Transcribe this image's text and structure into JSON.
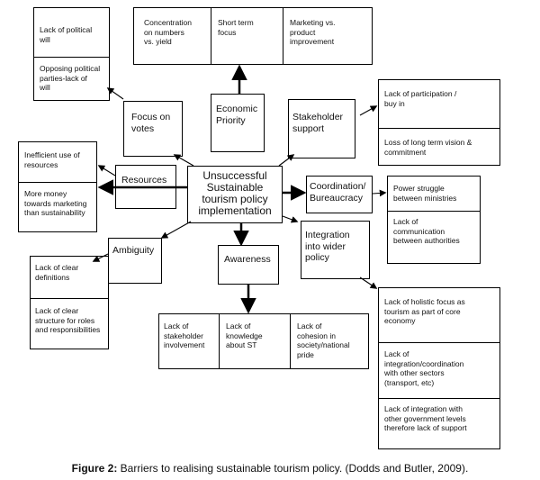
{
  "core": "Unsuccessful\nSustainable\ntourism policy\nimplementation",
  "nodes": {
    "economic_priority": "Economic\nPriority",
    "stakeholder_support": "Stakeholder\nsupport",
    "focus_on_votes": "Focus on\nvotes",
    "resources": "Resources",
    "coordination_bureaucracy": "Coordination/\nBureaucracy",
    "integration_wider_policy": "Integration\ninto wider\npolicy",
    "ambiguity": "Ambiguity",
    "awareness": "Awareness"
  },
  "details": {
    "economic": [
      "Concentration\non numbers\nvs. yield",
      "Short term\nfocus",
      "Marketing vs.\nproduct\nimprovement"
    ],
    "political": [
      "Lack of political\nwill",
      "Opposing political\nparties-lack of\nwill"
    ],
    "stakeholder": [
      "Lack of participation /\nbuy in",
      "Loss of long term vision &\ncommitment"
    ],
    "resources": [
      "Inefficient use of\nresources",
      "More money\ntowards marketing\nthan sustainability"
    ],
    "coordination": [
      "Power struggle\nbetween ministries",
      "Lack of\ncommunication\nbetween authorities"
    ],
    "ambiguity": [
      "Lack of clear\ndefinitions",
      "Lack of clear\nstructure for roles\nand responsibilities"
    ],
    "awareness": [
      "Lack of\nstakeholder\ninvolvement",
      "Lack of\nknowledge\nabout ST",
      "Lack of\ncohesion in\nsociety/national\npride"
    ],
    "integration": [
      "Lack of holistic focus as\ntourism as part of core\neconomy",
      "Lack of\nintegration/coordination\nwith other sectors\n(transport, etc)",
      "Lack of integration with\nother government levels\ntherefore lack of support"
    ]
  },
  "caption": {
    "label": "Figure 2:",
    "text": " Barriers to realising sustainable tourism policy. (Dodds and Butler, 2009)."
  }
}
